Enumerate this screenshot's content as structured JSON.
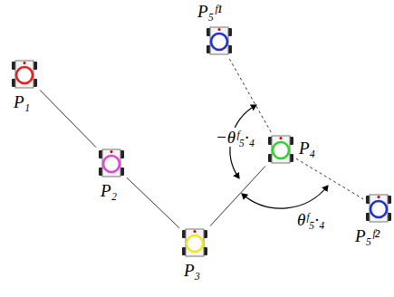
{
  "diagram": {
    "nodes": [
      {
        "text": [
          "P₁"
        ]
      },
      {
        "text": [
          "P₂"
        ]
      },
      {
        "text": [
          "P₃"
        ]
      },
      {
        "text": [
          "P₄"
        ]
      },
      {
        "text": [
          "P₅ᶠ¹"
        ]
      },
      {
        "text": [
          "P₅ᶠ²"
        ]
      }
    ],
    "edges": [
      {
        "from": 0,
        "to": 1,
        "arrow": "none"
      },
      {
        "from": 1,
        "to": 2,
        "arrow": "none"
      },
      {
        "from": 2,
        "to": 3,
        "arrow": "none"
      },
      {
        "from": 3,
        "to": 4,
        "arrow": "none"
      },
      {
        "from": 3,
        "to": 5,
        "arrow": "none"
      }
    ],
    "labels": [
      "−θᶠ₅·₄",
      "θᶠ₅·₄"
    ]
  }
}
